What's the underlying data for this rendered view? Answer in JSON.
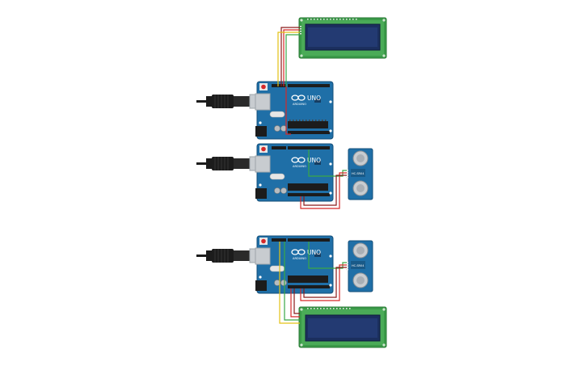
{
  "board": {
    "brand": "ARDUINO",
    "model": "UNO"
  },
  "sensor": {
    "label": "HC-SR04"
  },
  "colors": {
    "board_blue": "#1f6fa7",
    "board_dark": "#1a5c8c",
    "pcb_green": "#3a9a48",
    "lcd_screen": "#1b2f5e",
    "wire_red": "#d62828",
    "wire_dark_red": "#8b1b1b",
    "wire_yellow": "#e3c214",
    "wire_green": "#3aa845",
    "usb_black": "#1c1c1c",
    "usb_metal": "#c8ccd0"
  }
}
